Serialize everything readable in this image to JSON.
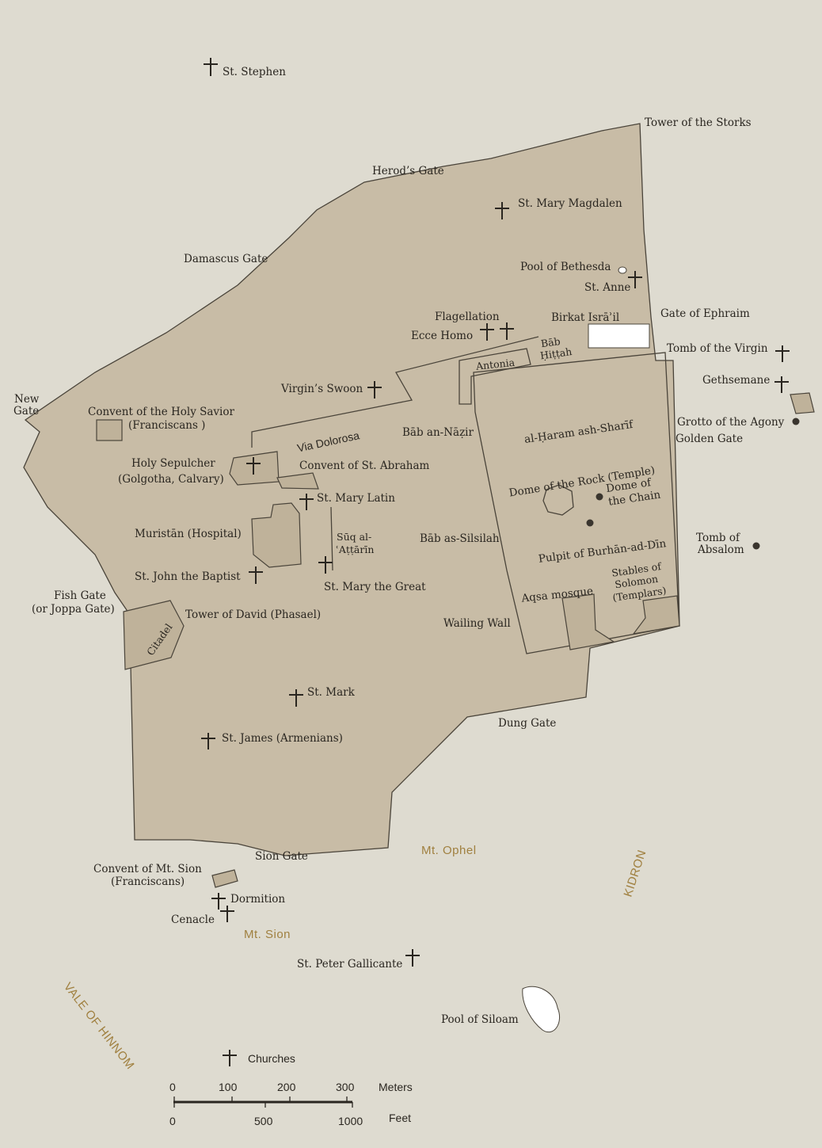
{
  "labels": {
    "st_stephen": "St. Stephen",
    "tower_storks": "Tower of the Storks",
    "herods_gate": "Herod’s Gate",
    "st_mary_magdalen": "St. Mary Magdalen",
    "damascus_gate": "Damascus Gate",
    "pool_bethesda": "Pool of Bethesda",
    "st_anne": "St. Anne",
    "flagellation": "Flagellation",
    "ecce_homo": "Ecce Homo",
    "birkat": "Birkat Isrāʾil",
    "gate_ephraim": "Gate of Ephraim",
    "bab_hittah_1": "Bāb",
    "bab_hittah_2": "Ḥiṭṭah",
    "antonia": "Antonia",
    "tomb_virgin": "Tomb of the Virgin",
    "gethsemane": "Gethsemane",
    "virgins_swoon": "Virgin’s Swoon",
    "new_gate_1": "New",
    "new_gate_2": "Gate",
    "convent_holy_savior_1": "Convent of the Holy Savior",
    "convent_holy_savior_2": "(Franciscans )",
    "via_dolorosa": "Via Dolorosa",
    "bab_an_nazir": "Bāb an-Nāẓir",
    "haram": "al-Ḥaram ash-Sharīf",
    "grotto_agony": "Grotto of the Agony",
    "golden_gate": "Golden Gate",
    "holy_sepulcher_1": "Holy Sepulcher",
    "holy_sepulcher_2": "(Golgotha, Calvary)",
    "convent_abraham": "Convent of St. Abraham",
    "dome_rock": "Dome of the Rock (Temple)",
    "dome_chain_1": "Dome of",
    "dome_chain_2": "the Chain",
    "st_mary_latin": "St. Mary Latin",
    "muristan": "Muristān (Hospital)",
    "suq_1": "Sūq al-",
    "suq_2": "ʿAṭṭārīn",
    "bab_silsilah": "Bāb as-Silsilah",
    "pulpit": "Pulpit of Burhān-ad-Dīn",
    "tomb_absalom_1": "Tomb of",
    "tomb_absalom_2": "Absalom",
    "st_john": "St. John the Baptist",
    "st_mary_great": "St. Mary the Great",
    "stables_1": "Stables of",
    "stables_2": "Solomon",
    "stables_3": "(Templars)",
    "aqsa": "Aqsa mosque",
    "fish_gate_1": "Fish Gate",
    "fish_gate_2": "(or Joppa Gate)",
    "tower_david": "Tower of David (Phasael)",
    "citadel": "Citadel",
    "wailing_wall": "Wailing Wall",
    "st_mark": "St. Mark",
    "dung_gate": "Dung Gate",
    "st_james": "St. James (Armenians)",
    "sion_gate": "Sion Gate",
    "mt_ophel": "Mt. Ophel",
    "convent_sion_1": "Convent of Mt. Sion",
    "convent_sion_2": "(Franciscans)",
    "kidron": "KIDRON",
    "dormition": "Dormition",
    "cenacle": "Cenacle",
    "mt_sion": "Mt. Sion",
    "st_peter": "St. Peter Gallicante",
    "vale_hinnom": "VALE OF HINNOM",
    "pool_siloam": "Pool of Siloam"
  },
  "legend": {
    "churches": "Churches",
    "meters_label": "Meters",
    "feet_label": "Feet",
    "meter_ticks": [
      "0",
      "100",
      "200",
      "300"
    ],
    "feet_ticks": [
      "0",
      "500",
      "1000"
    ]
  },
  "colors": {
    "background": "#dedbd0",
    "city_fill": "#c8bca6",
    "building_fill": "#bfb29a",
    "water": "#ffffff",
    "geo_label": "#a08040"
  }
}
